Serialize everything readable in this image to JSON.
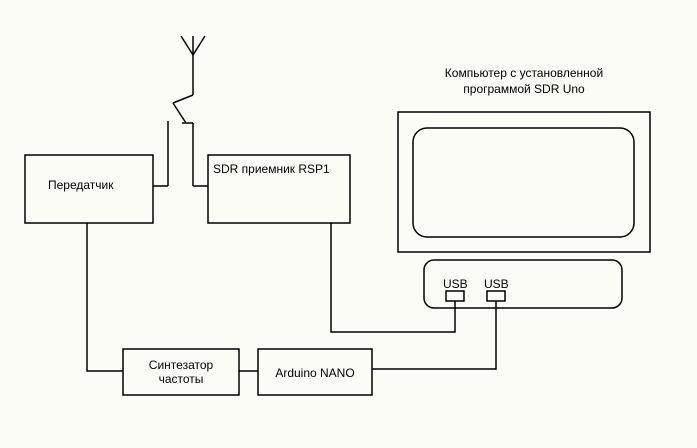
{
  "computer_label": {
    "line1": "Компьютер с установленной",
    "line2": "программой SDR Uno"
  },
  "transmitter": {
    "label": "Передатчик"
  },
  "receiver": {
    "label": "SDR приемник RSP1"
  },
  "synthesizer": {
    "line1": "Синтезатор",
    "line2": "частоты"
  },
  "arduino": {
    "label": "Arduino NANO"
  },
  "usb_ports": [
    {
      "label": "USB"
    },
    {
      "label": "USB"
    }
  ],
  "colors": {
    "background": "#fbfcf6",
    "line": "#000000"
  }
}
